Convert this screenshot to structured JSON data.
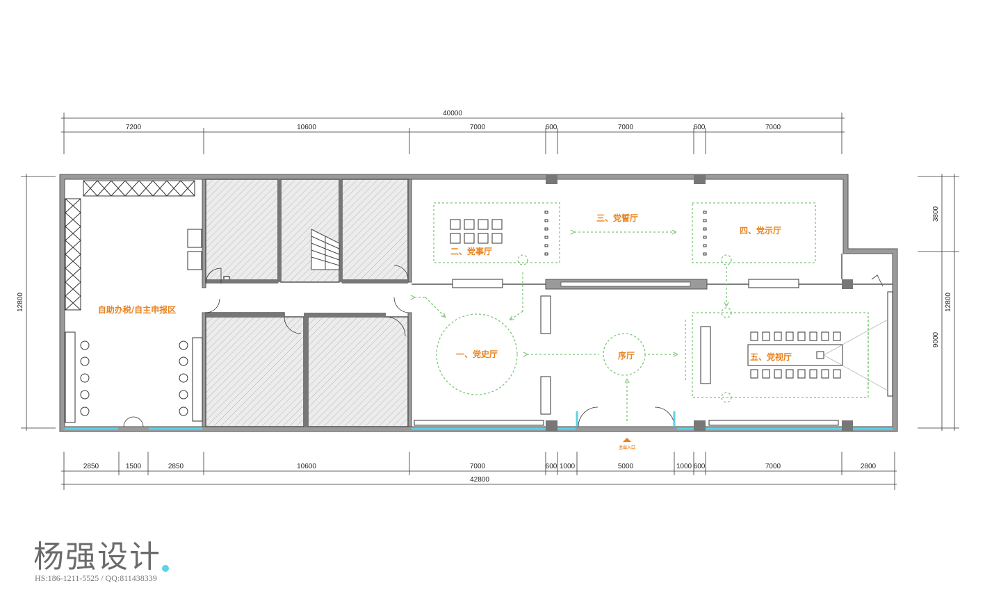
{
  "dimensions": {
    "total_top": "40000",
    "top": [
      "7200",
      "10600",
      "7000",
      "600",
      "7000",
      "600",
      "7000"
    ],
    "bottom": [
      "2850",
      "1500",
      "2850",
      "10600",
      "7000",
      "600",
      "1000",
      "5000",
      "1000",
      "600",
      "7000",
      "2800"
    ],
    "total_bottom": "42800",
    "left": "12800",
    "right_total": "12800",
    "right_upper": "3800",
    "right_lower": "9000"
  },
  "rooms": {
    "self_service": "自助办税/自主申报区",
    "party_history": "一、党史厅",
    "party_affairs": "二、党事厅",
    "party_oath": "三、党誓厅",
    "party_display": "四、党示厅",
    "party_video": "五、党视厅",
    "preface": "序厅"
  },
  "entrance": "主出入口",
  "brand": {
    "logo_text": "杨强设计",
    "contact": "HS:186-1211-5525 / QQ:811438339"
  },
  "colors": {
    "label": "#e8821e",
    "flow": "#7cc576",
    "window": "#5bd3e8",
    "wall": "#9a9a9a"
  }
}
